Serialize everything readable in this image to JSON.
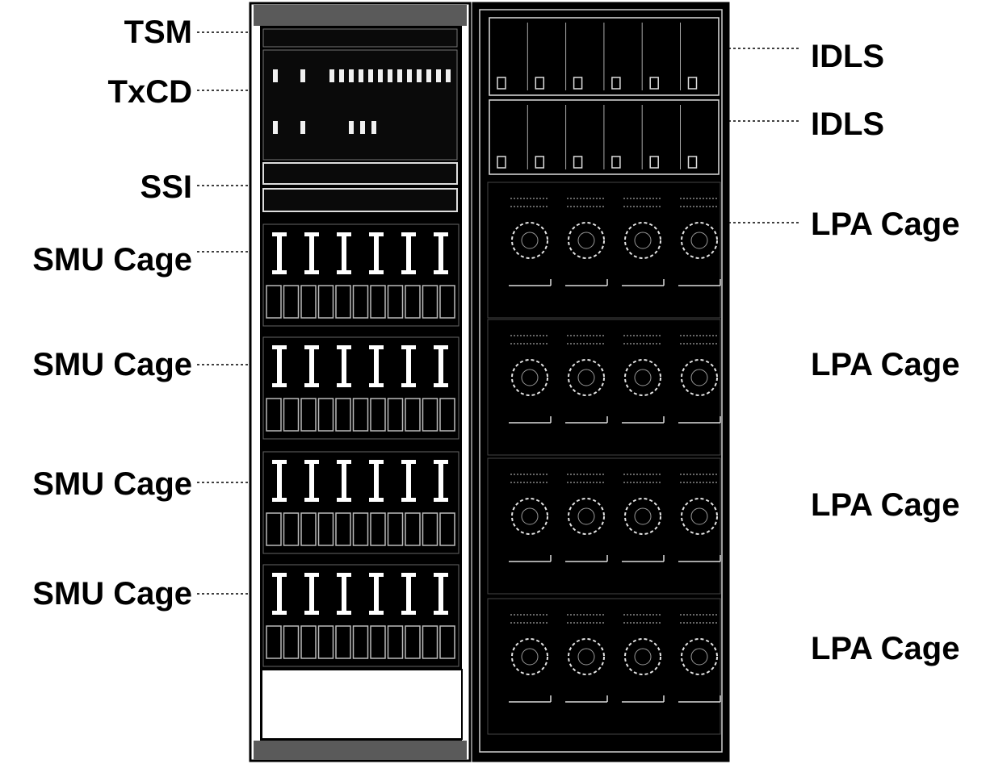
{
  "left_labels": [
    "TSM",
    "TxCD",
    "SSI",
    "SMU Cage",
    "SMU Cage",
    "SMU Cage",
    "SMU Cage"
  ],
  "right_labels": [
    "IDLS",
    "IDLS",
    "LPA Cage",
    "LPA Cage",
    "LPA Cage",
    "LPA Cage"
  ],
  "colors": {
    "rack": "#000000",
    "background": "#ffffff",
    "text": "#000000"
  }
}
